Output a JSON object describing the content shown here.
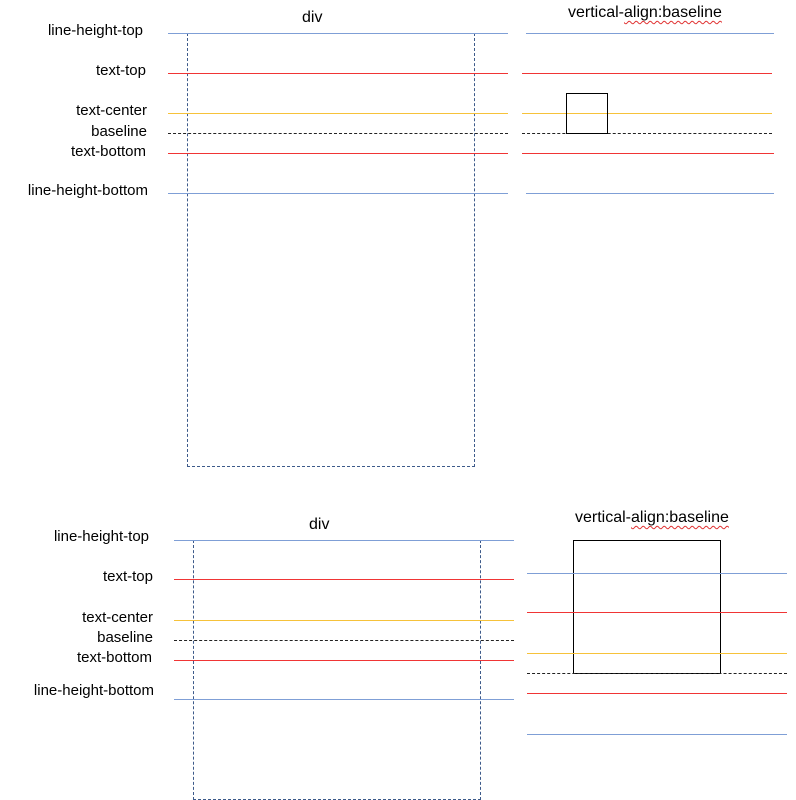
{
  "colors": {
    "line_height": "#7f9fd6",
    "text_top_bottom": "#f03535",
    "text_center": "#f6c23a",
    "baseline": "#222222",
    "div_border": "#3d5a8a",
    "box_border": "#000000"
  },
  "top_diagram": {
    "labels": {
      "line_height_top": "line-height-top",
      "text_top": "text-top",
      "text_center": "text-center",
      "baseline": "baseline",
      "text_bottom": "text-bottom",
      "line_height_bottom": "line-height-bottom"
    },
    "div_title": "div",
    "right_title_prefix": "vertical-",
    "right_title_underlined": "align:baseline"
  },
  "bottom_diagram": {
    "labels": {
      "line_height_top": "line-height-top",
      "text_top": "text-top",
      "text_center": "text-center",
      "baseline": "baseline",
      "text_bottom": "text-bottom",
      "line_height_bottom": "line-height-bottom"
    },
    "div_title": "div",
    "right_title_prefix": "vertical-",
    "right_title_underlined": "align:baseline"
  }
}
